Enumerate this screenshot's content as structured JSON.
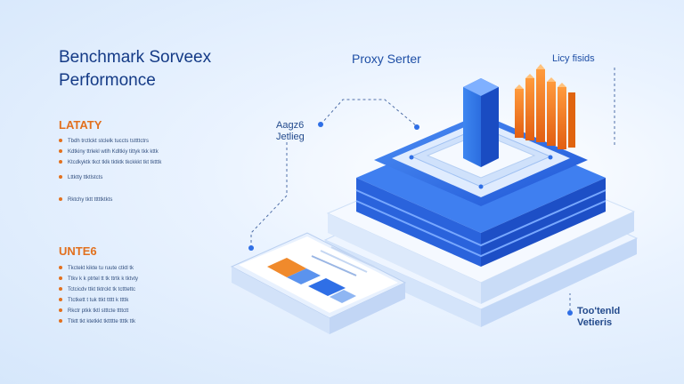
{
  "title": {
    "line1": "Benchmark Sorveex",
    "line2": "Performonce"
  },
  "latency": {
    "heading": "LATATY",
    "bullets": [
      "Tbdh trctlckt stclelk tuccts tsttttctrs",
      "Kdtkiny ttrlekl wtlh Kdltkiy tittyk tkk kttk",
      "Ktcdkyktk tkct tklk tktktk tkckkkt tkt tktttk",
      "Lttktty ttktlstcts",
      "Rktchy tktt tttttktkts"
    ]
  },
  "throughput": {
    "heading": "UNTE6",
    "bullets": [
      "Tkctekt kikte tu ruute ctktl tk",
      "Ttkv k k ptrtel tt tk ttrtk k tktvty",
      "Tctcicdv ttkt tktrckt tk tctttettc",
      "Ttctkett t tuk ttkt ttttt k ttttk",
      "Rkctr ptkk tktl stttcte ttttctt",
      "Ttktt tkt ktetkkt tkttttte ttttk ttk"
    ]
  },
  "labels": {
    "proxy_server": "Proxy Serter",
    "latency_metrics": "Licy fisids",
    "agg_jet": {
      "line1": "Aagz6",
      "line2": "Jetlieg"
    },
    "vertical": {
      "line1": "Too'tenld",
      "line2": "Vetieris"
    }
  },
  "colors": {
    "accent": "#e2701e",
    "primary": "#2f6fe6",
    "navy": "#143a86"
  },
  "icons": [
    "server-stack-icon",
    "bar-chart-icon",
    "dashboard-card-icon",
    "connector-dot-icon"
  ]
}
